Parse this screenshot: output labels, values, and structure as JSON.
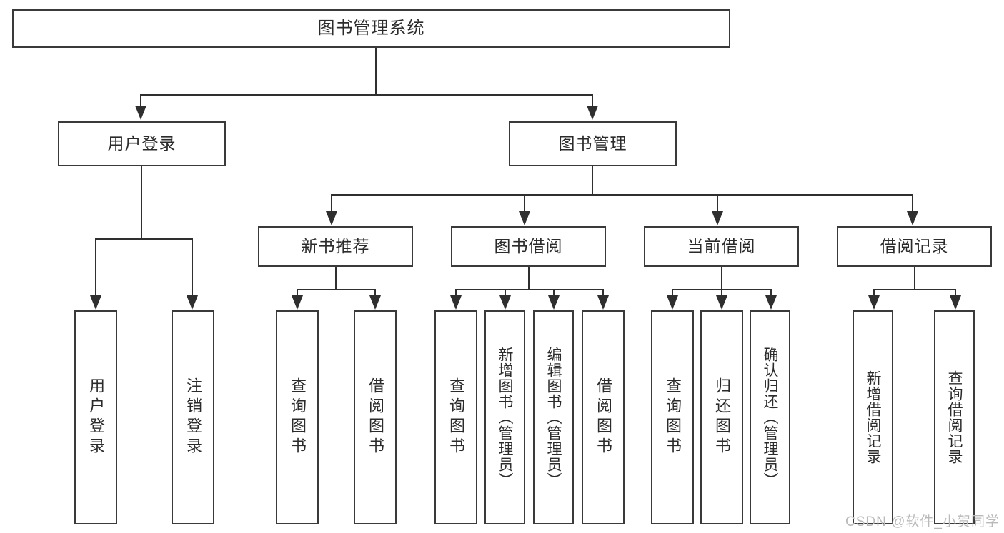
{
  "diagram": {
    "title": "图书管理系统",
    "type": "tree",
    "root": {
      "label": "图书管理系统"
    },
    "level2": [
      {
        "label": "用户登录"
      },
      {
        "label": "图书管理"
      }
    ],
    "level3": [
      {
        "label": "新书推荐"
      },
      {
        "label": "图书借阅"
      },
      {
        "label": "当前借阅"
      },
      {
        "label": "借阅记录"
      }
    ],
    "leaves": {
      "user_login": [
        {
          "label": "用户登录"
        },
        {
          "label": "注销登录"
        }
      ],
      "new_book": [
        {
          "label": "查询图书"
        },
        {
          "label": "借阅图书"
        }
      ],
      "borrow_book": [
        {
          "label": "查询图书"
        },
        {
          "label": "新增图书（管理员）"
        },
        {
          "label": "编辑图书（管理员）"
        },
        {
          "label": "借阅图书"
        }
      ],
      "current_borrow": [
        {
          "label": "查询图书"
        },
        {
          "label": "归还图书"
        },
        {
          "label": "确认归还（管理员）"
        }
      ],
      "borrow_record": [
        {
          "label": "新增借阅记录"
        },
        {
          "label": "查询借阅记录"
        }
      ]
    }
  },
  "watermark": {
    "text": "CSDN @软件_小贺同学"
  },
  "colors": {
    "border": "#3a3a3a",
    "line": "#2f2f2f",
    "text": "#2b2b2b",
    "background": "#ffffff",
    "watermark": "#b9b9b9"
  }
}
